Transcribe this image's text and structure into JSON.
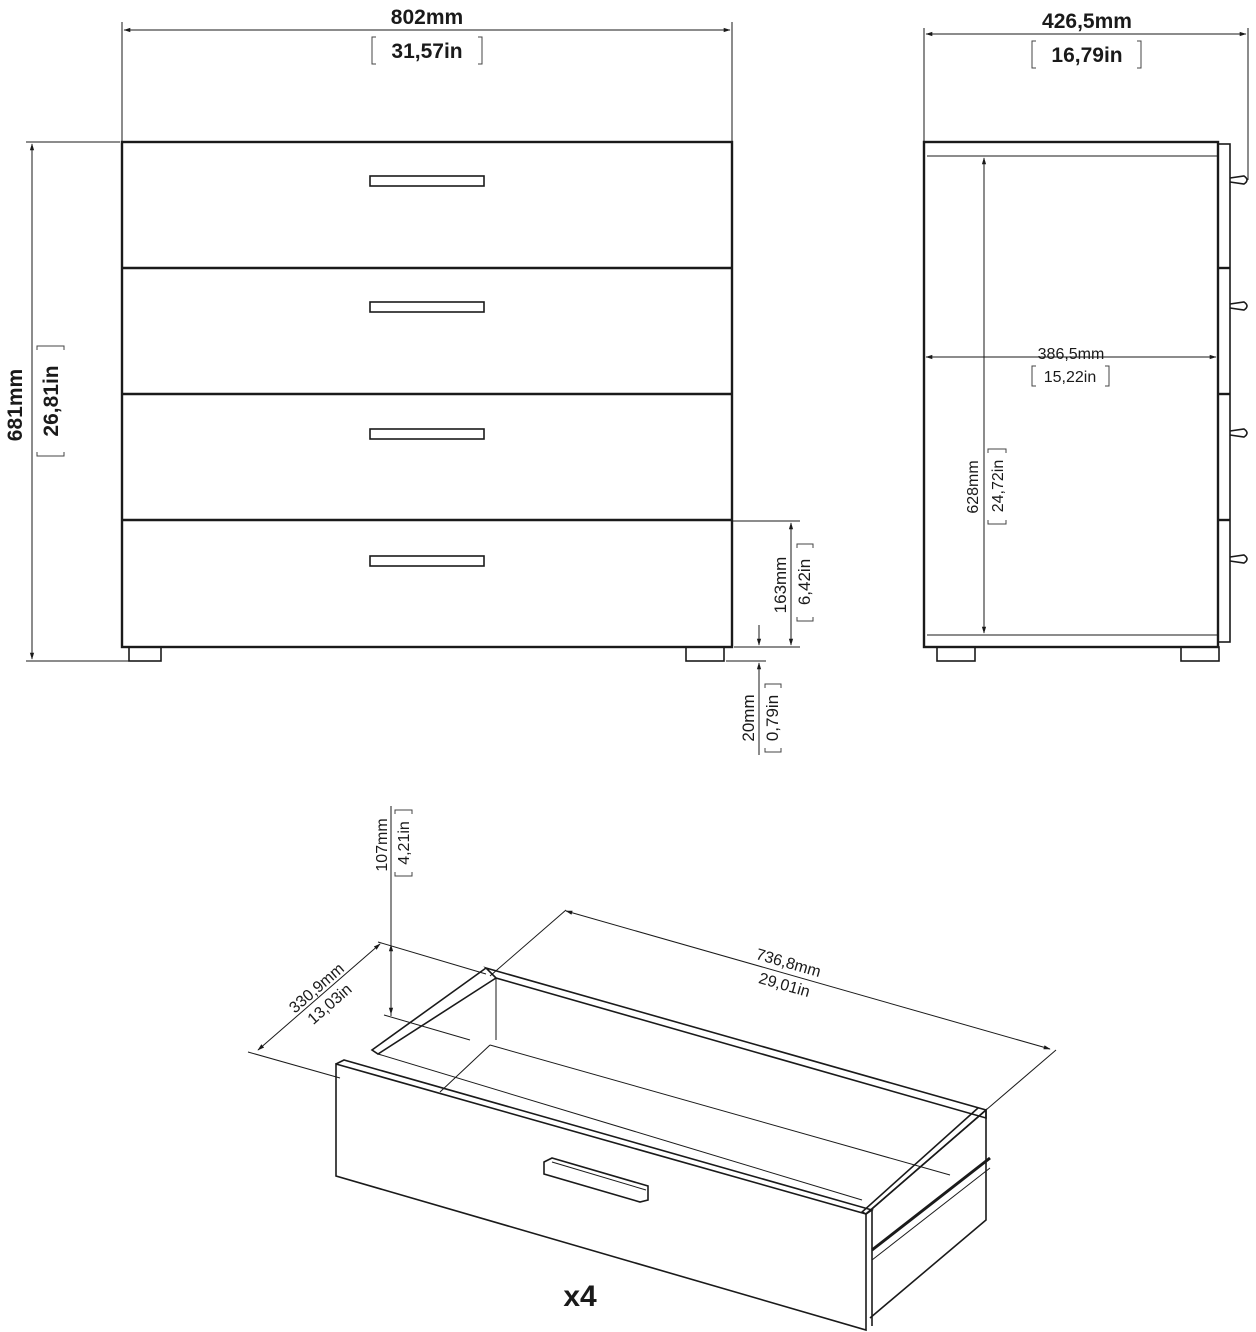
{
  "drawing": {
    "type": "dimension-diagram",
    "subject": "4-drawer chest",
    "colors": {
      "line": "#1a1a1a",
      "background": "#ffffff"
    }
  },
  "front_view": {
    "width": {
      "mm": "802mm",
      "in": "31,57in"
    },
    "height": {
      "mm": "681mm",
      "in": "26,81in"
    },
    "drawer_height": {
      "mm": "163mm",
      "in": "6,42in"
    },
    "leg_height": {
      "mm": "20mm",
      "in": "0,79in"
    },
    "drawer_count": 4
  },
  "side_view": {
    "depth": {
      "mm": "426,5mm",
      "in": "16,79in"
    },
    "inner_depth": {
      "mm": "386,5mm",
      "in": "15,22in"
    },
    "inner_height": {
      "mm": "628mm",
      "in": "24,72in"
    }
  },
  "drawer_view": {
    "length": {
      "mm": "736,8mm",
      "in": "29,01in"
    },
    "depth": {
      "mm": "330,9mm",
      "in": "13,03in"
    },
    "height": {
      "mm": "107mm",
      "in": "4,21in"
    },
    "quantity": "x4"
  }
}
